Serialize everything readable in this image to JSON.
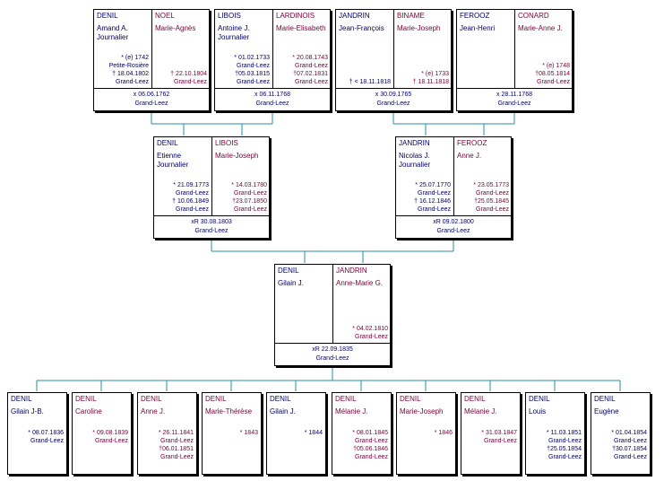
{
  "connector_color": "#2a8ca0",
  "male_color": "#000066",
  "female_color": "#7a0036",
  "great_grandparents": [
    {
      "husband": {
        "surname": "DENIL",
        "given": "Amand  A.\nJournalier",
        "events": [
          [
            "* (e) 1742",
            "Petite-Rosière"
          ],
          [
            "† 18.04.1802",
            "Grand-Leez"
          ]
        ]
      },
      "wife": {
        "surname": "NOEL",
        "given": "Marie-Agnès",
        "events": [
          [
            "† 22.10.1804",
            "Grand-Leez"
          ]
        ]
      },
      "marriage": [
        "x 06.06.1762",
        "Grand-Leez"
      ]
    },
    {
      "husband": {
        "surname": "LIBOIS",
        "given": "Antoine  J.\nJournalier",
        "events": [
          [
            "* 01.02.1733",
            "Grand-Leez"
          ],
          [
            "†05.03.1815",
            "Grand-Leez"
          ]
        ]
      },
      "wife": {
        "surname": "LARDINOIS",
        "given": "Marie-Elisabeth",
        "events": [
          [
            "* 20.08.1743",
            "Grand-Leez"
          ],
          [
            "†07.02.1831",
            "Grand-Leez"
          ]
        ]
      },
      "marriage": [
        "x 06.11.1768",
        "Grand-Leez"
      ]
    },
    {
      "husband": {
        "surname": "JANDRIN",
        "given": "Jean-François",
        "events": [
          [
            "† < 18.11.1818",
            ""
          ]
        ]
      },
      "wife": {
        "surname": "BINAME",
        "given": "Marie-Joseph",
        "events": [
          [
            "* (e) 1733",
            ""
          ],
          [
            "† 18.11.1818",
            ""
          ]
        ]
      },
      "marriage": [
        "x 30.09.1765",
        "Grand-Leez"
      ]
    },
    {
      "husband": {
        "surname": "FEROOZ",
        "given": "Jean-Henri",
        "events": []
      },
      "wife": {
        "surname": "CONARD",
        "given": "Marie-Anne  J.",
        "events": [
          [
            "* (e) 1748",
            ""
          ],
          [
            "†08.05.1814",
            "Grand-Leez"
          ]
        ]
      },
      "marriage": [
        "x 28.11.1768",
        "Grand-Leez"
      ]
    }
  ],
  "grandparents": [
    {
      "husband": {
        "surname": "DENIL",
        "given": "Etienne\nJournalier",
        "events": [
          [
            "* 21.09.1773",
            "Grand-Leez"
          ],
          [
            "† 10.06.1849",
            "Grand-Leez"
          ]
        ]
      },
      "wife": {
        "surname": "LIBOIS",
        "given": "Marie-Joseph",
        "events": [
          [
            "* 14.03.1780",
            "Grand-Leez"
          ],
          [
            "†23.07.1850",
            "Grand-Leez"
          ]
        ]
      },
      "marriage": [
        "xR 30.08.1803",
        "Grand-Leez"
      ]
    },
    {
      "husband": {
        "surname": "JANDRIN",
        "given": "Nicolas  J.\nJournalier",
        "events": [
          [
            "* 25.07.1770",
            "Grand-Leez"
          ],
          [
            "† 16.12.1846",
            "Grand-Leez"
          ]
        ]
      },
      "wife": {
        "surname": "FEROOZ",
        "given": "Anne  J.",
        "events": [
          [
            "* 23.05.1773",
            "Grand-Leez"
          ],
          [
            "†25.05.1845",
            "Grand-Leez"
          ]
        ]
      },
      "marriage": [
        "xR 09.02.1800",
        "Grand-Leez"
      ]
    }
  ],
  "parents": {
    "husband": {
      "surname": "DENIL",
      "given": "Gilain  J.",
      "events": []
    },
    "wife": {
      "surname": "JANDRIN",
      "given": "Anne-Marie  G.",
      "events": [
        [
          "* 04.02.1810",
          "Grand-Leez"
        ]
      ]
    },
    "marriage": [
      "xR 22.09.1835",
      "Grand-Leez"
    ]
  },
  "children": [
    {
      "sex": "m",
      "surname": "DENIL",
      "given": "Gilain  J-B.",
      "events": [
        [
          "* 08.07.1836",
          "Grand-Leez"
        ]
      ]
    },
    {
      "sex": "f",
      "surname": "DENIL",
      "given": "Caroline",
      "events": [
        [
          "* 09.08.1839",
          "Grand-Leez"
        ]
      ]
    },
    {
      "sex": "f",
      "surname": "DENIL",
      "given": "Anne  J.",
      "events": [
        [
          "* 26.11.1841",
          "Grand-Leez"
        ],
        [
          "†06.01.1851",
          "Grand-Leez"
        ]
      ]
    },
    {
      "sex": "f",
      "surname": "DENIL",
      "given": "Marie-Thérèse",
      "events": [
        [
          "* 1843",
          ""
        ]
      ]
    },
    {
      "sex": "m",
      "surname": "DENIL",
      "given": "Gilain  J.",
      "events": [
        [
          "* 1844",
          ""
        ]
      ]
    },
    {
      "sex": "f",
      "surname": "DENIL",
      "given": "Mélanie  J.",
      "events": [
        [
          "* 08.01.1845",
          "Grand-Leez"
        ],
        [
          "†05.06.1846",
          "Grand-Leez"
        ]
      ]
    },
    {
      "sex": "f",
      "surname": "DENIL",
      "given": "Marie-Joseph",
      "events": [
        [
          "* 1846",
          ""
        ]
      ]
    },
    {
      "sex": "f",
      "surname": "DENIL",
      "given": "Mélanie  J.",
      "events": [
        [
          "* 31.03.1847",
          "Grand-Leez"
        ]
      ]
    },
    {
      "sex": "m",
      "surname": "DENIL",
      "given": "Louis",
      "events": [
        [
          "* 11.03.1851",
          "Grand-Leez"
        ],
        [
          "†25.05.1854",
          "Grand-Leez"
        ]
      ]
    },
    {
      "sex": "m",
      "surname": "DENIL",
      "given": "Eugène",
      "events": [
        [
          "* 01.04.1854",
          "Grand-Leez"
        ],
        [
          "†30.07.1854",
          "Grand-Leez"
        ]
      ]
    }
  ]
}
